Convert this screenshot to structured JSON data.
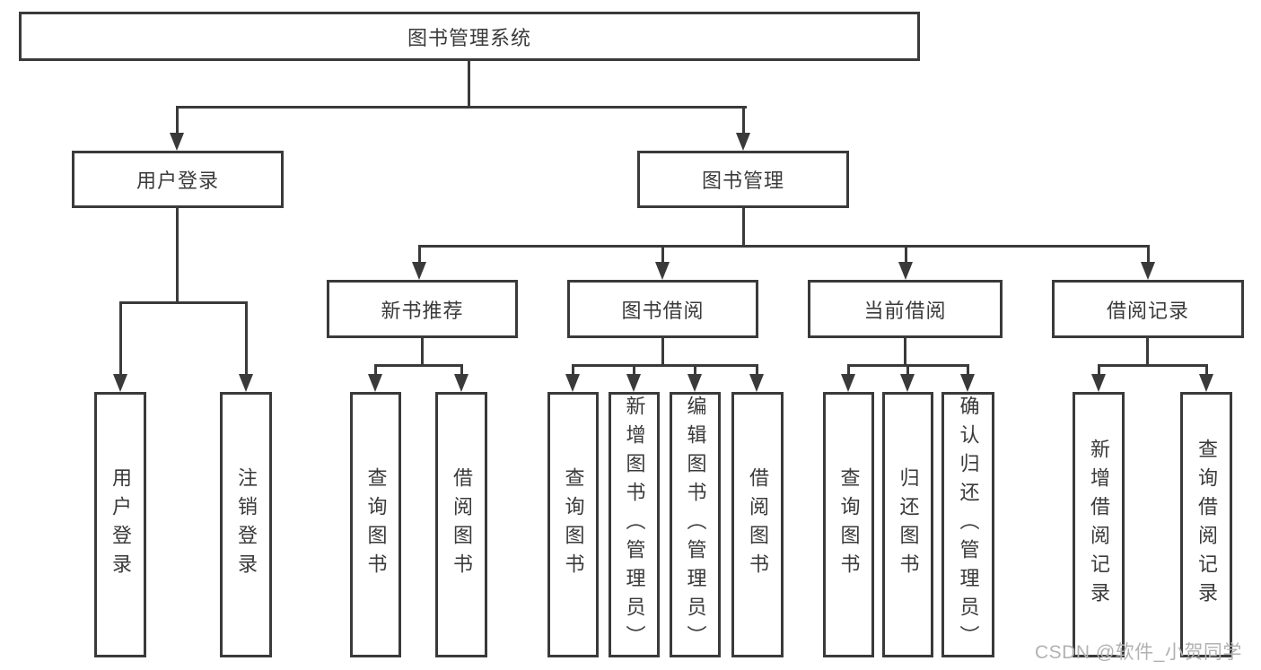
{
  "diagram": {
    "root": {
      "label": "图书管理系统"
    },
    "level2": [
      {
        "label": "用户登录"
      },
      {
        "label": "图书管理"
      }
    ],
    "level3": [
      {
        "label": "新书推荐"
      },
      {
        "label": "图书借阅"
      },
      {
        "label": "当前借阅"
      },
      {
        "label": "借阅记录"
      }
    ],
    "leaves": {
      "user_login": [
        {
          "label": "用户登录"
        },
        {
          "label": "注销登录"
        }
      ],
      "new_books": [
        {
          "label": "查询图书"
        },
        {
          "label": "借阅图书"
        }
      ],
      "book_borrow": [
        {
          "label": "查询图书"
        },
        {
          "label": "新增图书（管理员）"
        },
        {
          "label": "编辑图书（管理员）"
        },
        {
          "label": "借阅图书"
        }
      ],
      "current_borrow": [
        {
          "label": "查询图书"
        },
        {
          "label": "归还图书"
        },
        {
          "label": "确认归还（管理员）"
        }
      ],
      "borrow_records": [
        {
          "label": "新增借阅记录"
        },
        {
          "label": "查询借阅记录"
        }
      ]
    }
  },
  "watermark": {
    "text": "CSDN @软件_小贺同学"
  },
  "colors": {
    "line": "#3a3a3a",
    "watermark": "#b2b2b2",
    "background": "#ffffff"
  }
}
